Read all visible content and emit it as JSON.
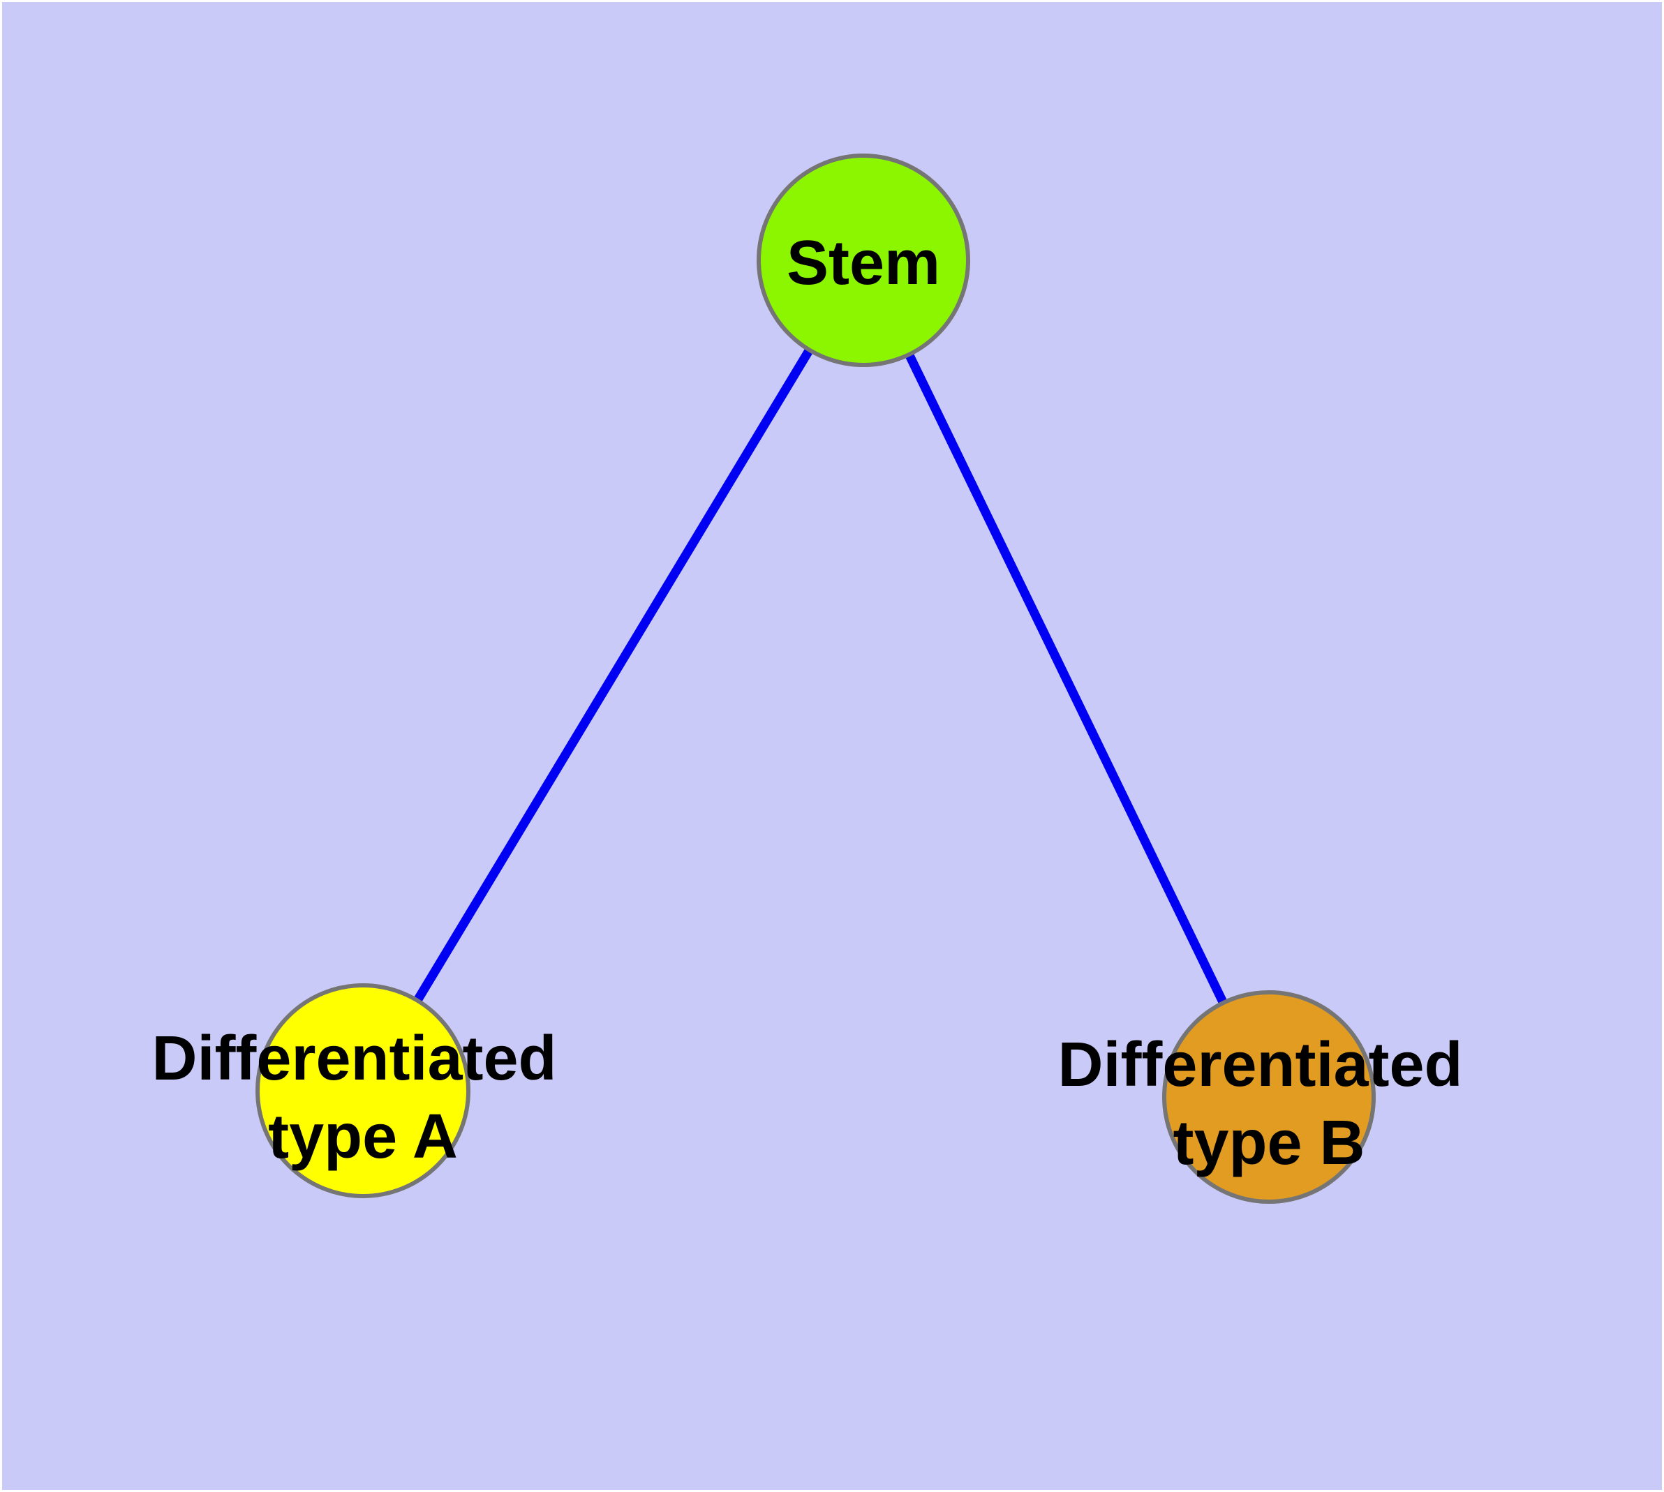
{
  "figure": {
    "type": "node-link-diagram",
    "background_color": "#CACAF8",
    "margin_color": "#FFFFFF",
    "edge_color": "#0000F2",
    "node_border_color": "#757575",
    "label_color": "#000000",
    "nodes": [
      {
        "id": "stem",
        "label": "Stem",
        "fill": "#8CF600"
      },
      {
        "id": "differentiated-type-a",
        "label": "Differentiated type A",
        "label_line1": "Differentiated",
        "label_line2": "type A",
        "fill": "#FFFF00"
      },
      {
        "id": "differentiated-type-b",
        "label": "Differentiated type B",
        "label_line1": "Differentiated",
        "label_line2": "type B",
        "fill": "#E39C22"
      }
    ],
    "edges": [
      {
        "from": "stem",
        "to": "differentiated-type-a"
      },
      {
        "from": "stem",
        "to": "differentiated-type-b"
      }
    ]
  }
}
